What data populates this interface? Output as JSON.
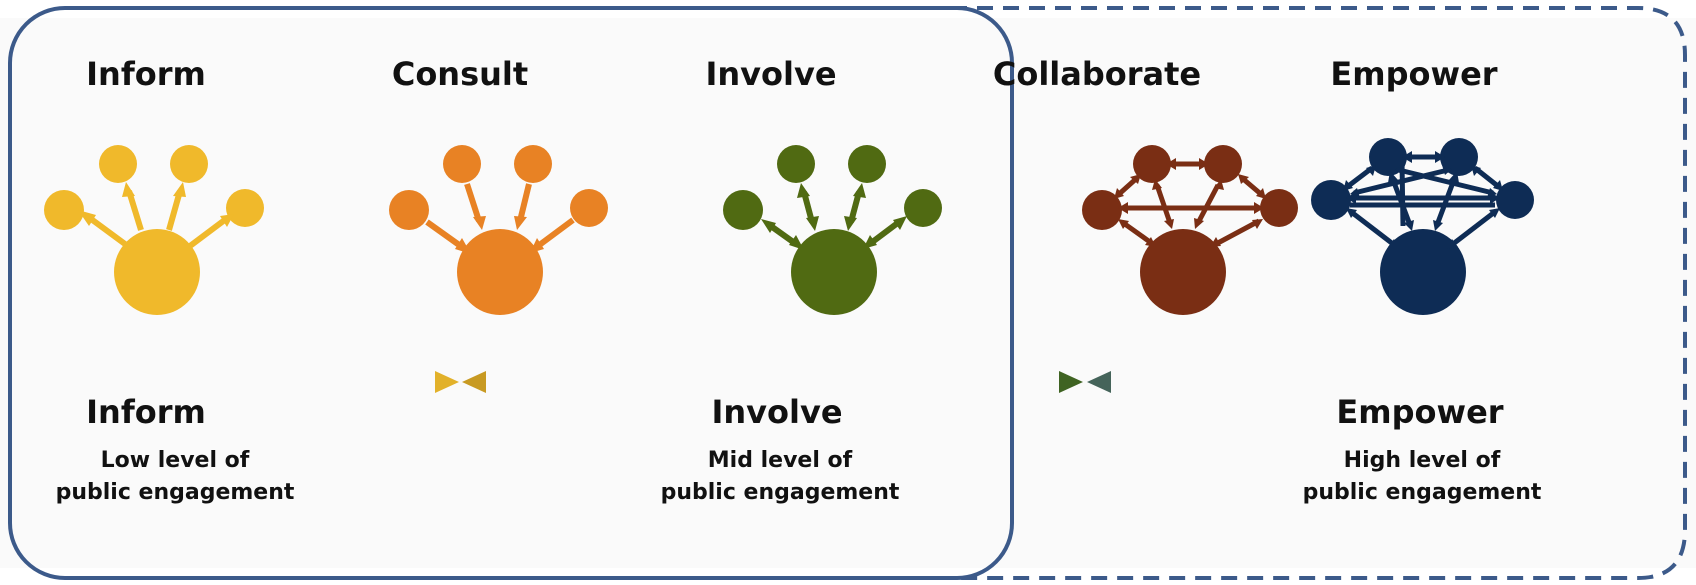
{
  "stages": [
    {
      "key": "inform",
      "title": "Inform",
      "color": "#F0B92B"
    },
    {
      "key": "consult",
      "title": "Consult",
      "color": "#E88224"
    },
    {
      "key": "involve",
      "title": "Involve",
      "color": "#506A12"
    },
    {
      "key": "collaborate",
      "title": "Collaborate",
      "color": "#7A2E14"
    },
    {
      "key": "empower",
      "title": "Empower",
      "color": "#0E2C55"
    }
  ],
  "scale": {
    "low": {
      "label": "Inform",
      "desc_line1": "Low level of",
      "desc_line2": "public engagement"
    },
    "mid": {
      "label": "Involve",
      "desc_line1": "Mid level of",
      "desc_line2": "public engagement"
    },
    "high": {
      "label": "Empower",
      "desc_line1": "High level of",
      "desc_line2": "public engagement"
    }
  },
  "frame_colors": {
    "solid_border": "#3C5A8A",
    "dashed_border": "#3C5A8A"
  }
}
